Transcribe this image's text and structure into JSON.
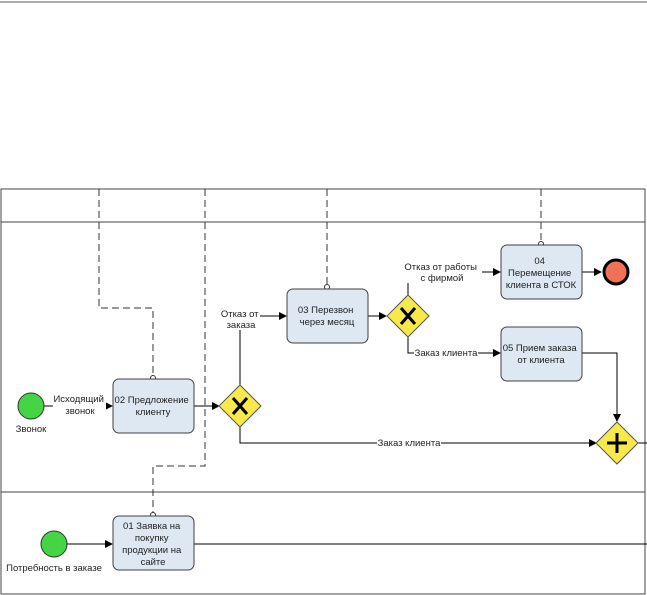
{
  "events": {
    "start_call": "Звонок",
    "start_need": "Потребность в заказе"
  },
  "tasks": {
    "t01": [
      "01 Заявка на",
      "покупку",
      "продукции на",
      "сайте"
    ],
    "t02": [
      "02 Предложение",
      "клиенту"
    ],
    "t03": [
      "03 Перезвон",
      "через месяц"
    ],
    "t04": [
      "04",
      "Перемещение",
      "клиента в СТОК"
    ],
    "t05": [
      "05 Прием заказа",
      "от клиента"
    ]
  },
  "flows": {
    "outgoing_call": [
      "Исходящий",
      "звонок"
    ],
    "order_refusal": [
      "Отказ от",
      "заказа"
    ],
    "company_refusal": [
      "Отказ от работы",
      "с фирмой"
    ],
    "client_order_1": "Заказ клиента",
    "client_order_2": "Заказ клиента"
  },
  "colors": {
    "task_fill": "#dde8f3",
    "task_stroke": "#404040",
    "start_fill": "#44d444",
    "end_fill": "#f07058",
    "gateway_fill": "#f7e94a"
  }
}
